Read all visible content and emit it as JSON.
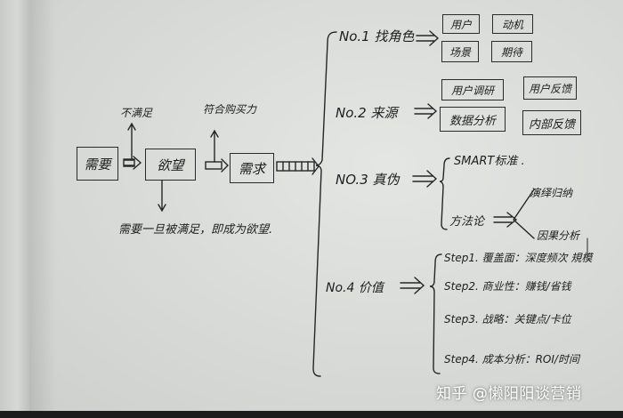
{
  "flow": {
    "need_box": "需要",
    "desire_box": "欲望",
    "demand_box": "需求",
    "unsatisfied_label": "不满足",
    "purchasing_power_label": "符合购买力",
    "need_to_desire_note": "需要一旦被满足，即成为欲望."
  },
  "branches": [
    {
      "label": "No.1 找角色",
      "items": [
        "用户",
        "动机",
        "场景",
        "期待"
      ]
    },
    {
      "label": "No.2 来源",
      "items": [
        "用户调研",
        "用户反馈",
        "数据分析",
        "内部反馈"
      ]
    },
    {
      "label": "NO.3 真伪",
      "sub": [
        {
          "label": "SMART标准 ."
        },
        {
          "label": "方法论",
          "children": [
            "演绎归纳",
            "因果分析"
          ]
        }
      ]
    },
    {
      "label": "No.4 价值",
      "steps": [
        "Step1. 覆盖面：深度频次 規模",
        "Step2. 商业性：赚钱/省钱",
        "Step3. 战略：关键点/卡位",
        "Step4. 成本分析：ROI/时间"
      ]
    }
  ],
  "watermark": "知乎 @懒阳阳谈营销",
  "colors": {
    "paper": "#dcdedb",
    "ink": "#1e1e1e",
    "watermark": "#ffffff"
  }
}
